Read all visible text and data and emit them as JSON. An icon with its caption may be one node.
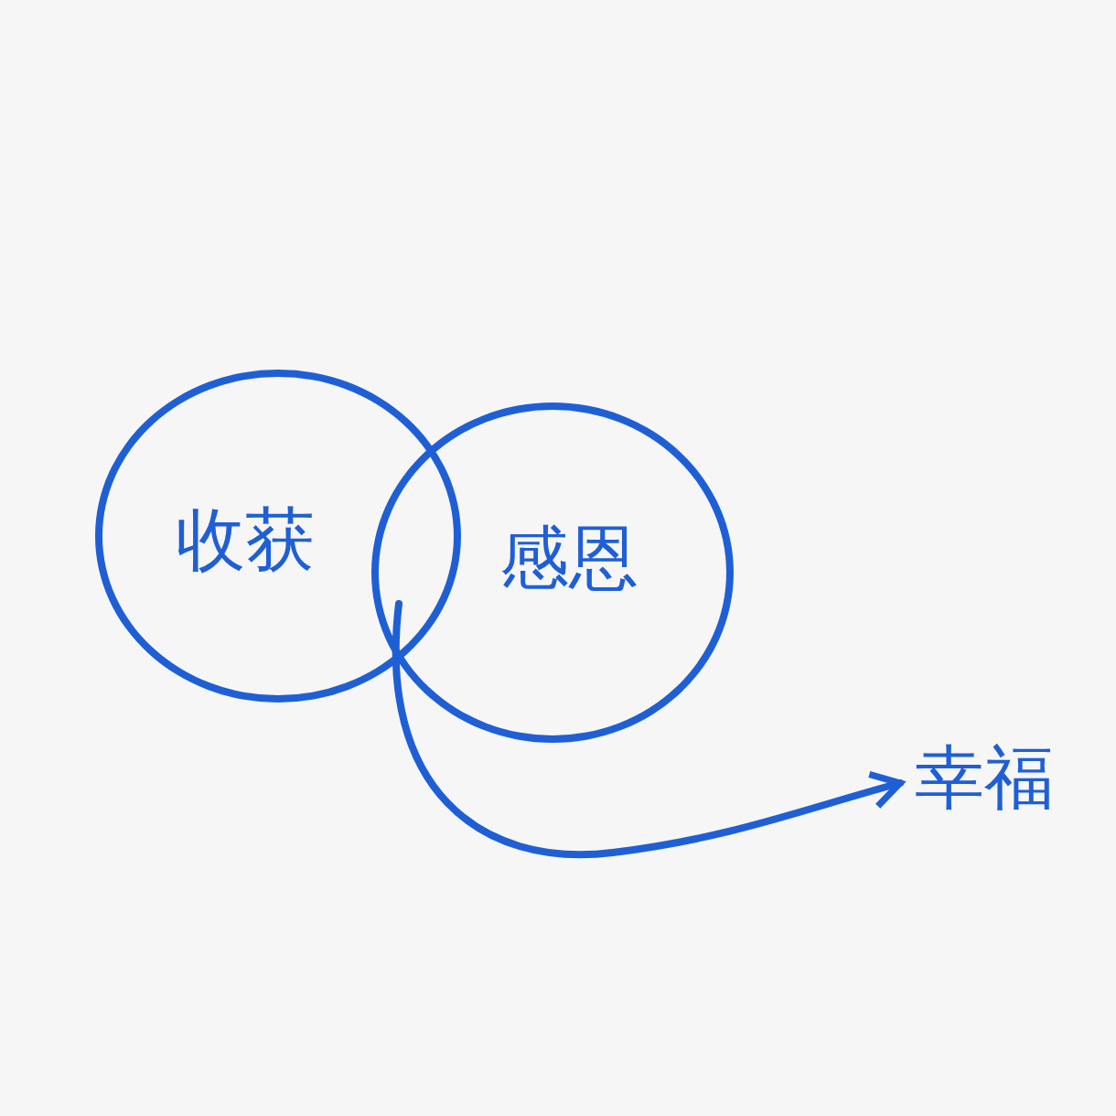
{
  "diagram": {
    "nodes": [
      {
        "text": [
          "收获"
        ]
      },
      {
        "text": [
          "感恩"
        ]
      },
      {
        "text": [
          "幸福"
        ]
      }
    ],
    "edges": [
      {
        "from": 0,
        "to": 2,
        "arrow": "to"
      },
      {
        "from": 1,
        "to": 2,
        "arrow": "to"
      }
    ]
  }
}
